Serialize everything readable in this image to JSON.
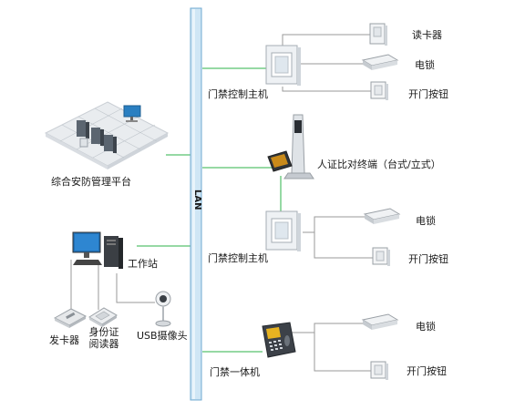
{
  "bus": {
    "label": "LAN"
  },
  "colors": {
    "bus_fill": "#cfe6f5",
    "bus_stroke": "#6fa8d0",
    "green_link": "#2db34a",
    "gray_link": "#9a9a9a"
  },
  "nodes": {
    "platform": {
      "label": "综合安防管理平台",
      "icon": "server-platform-icon"
    },
    "workstation": {
      "label": "工作站",
      "icon": "workstation-icon"
    },
    "card_issuer": {
      "label": "发卡器",
      "icon": "card-issuer-icon"
    },
    "id_reader": {
      "label": "身份证\n阅读器",
      "icon": "id-reader-icon"
    },
    "usb_camera": {
      "label": "USB摄像头",
      "icon": "usb-camera-icon"
    },
    "controller_1": {
      "label": "门禁控制主机",
      "icon": "access-controller-icon"
    },
    "card_reader_1": {
      "label": "读卡器",
      "icon": "card-reader-icon"
    },
    "lock_1": {
      "label": "电锁",
      "icon": "electric-lock-icon"
    },
    "button_1": {
      "label": "开门按钮",
      "icon": "exit-button-icon"
    },
    "terminal": {
      "label": "人证比对终端（台式/立式）",
      "icon": "face-terminal-icon"
    },
    "controller_2": {
      "label": "门禁控制主机",
      "icon": "access-controller-icon"
    },
    "lock_2": {
      "label": "电锁",
      "icon": "electric-lock-icon"
    },
    "button_2": {
      "label": "开门按钮",
      "icon": "exit-button-icon"
    },
    "all_in_one": {
      "label": "门禁一体机",
      "icon": "access-terminal-icon"
    },
    "lock_3": {
      "label": "电锁",
      "icon": "electric-lock-icon"
    },
    "button_3": {
      "label": "开门按钮",
      "icon": "exit-button-icon"
    }
  }
}
